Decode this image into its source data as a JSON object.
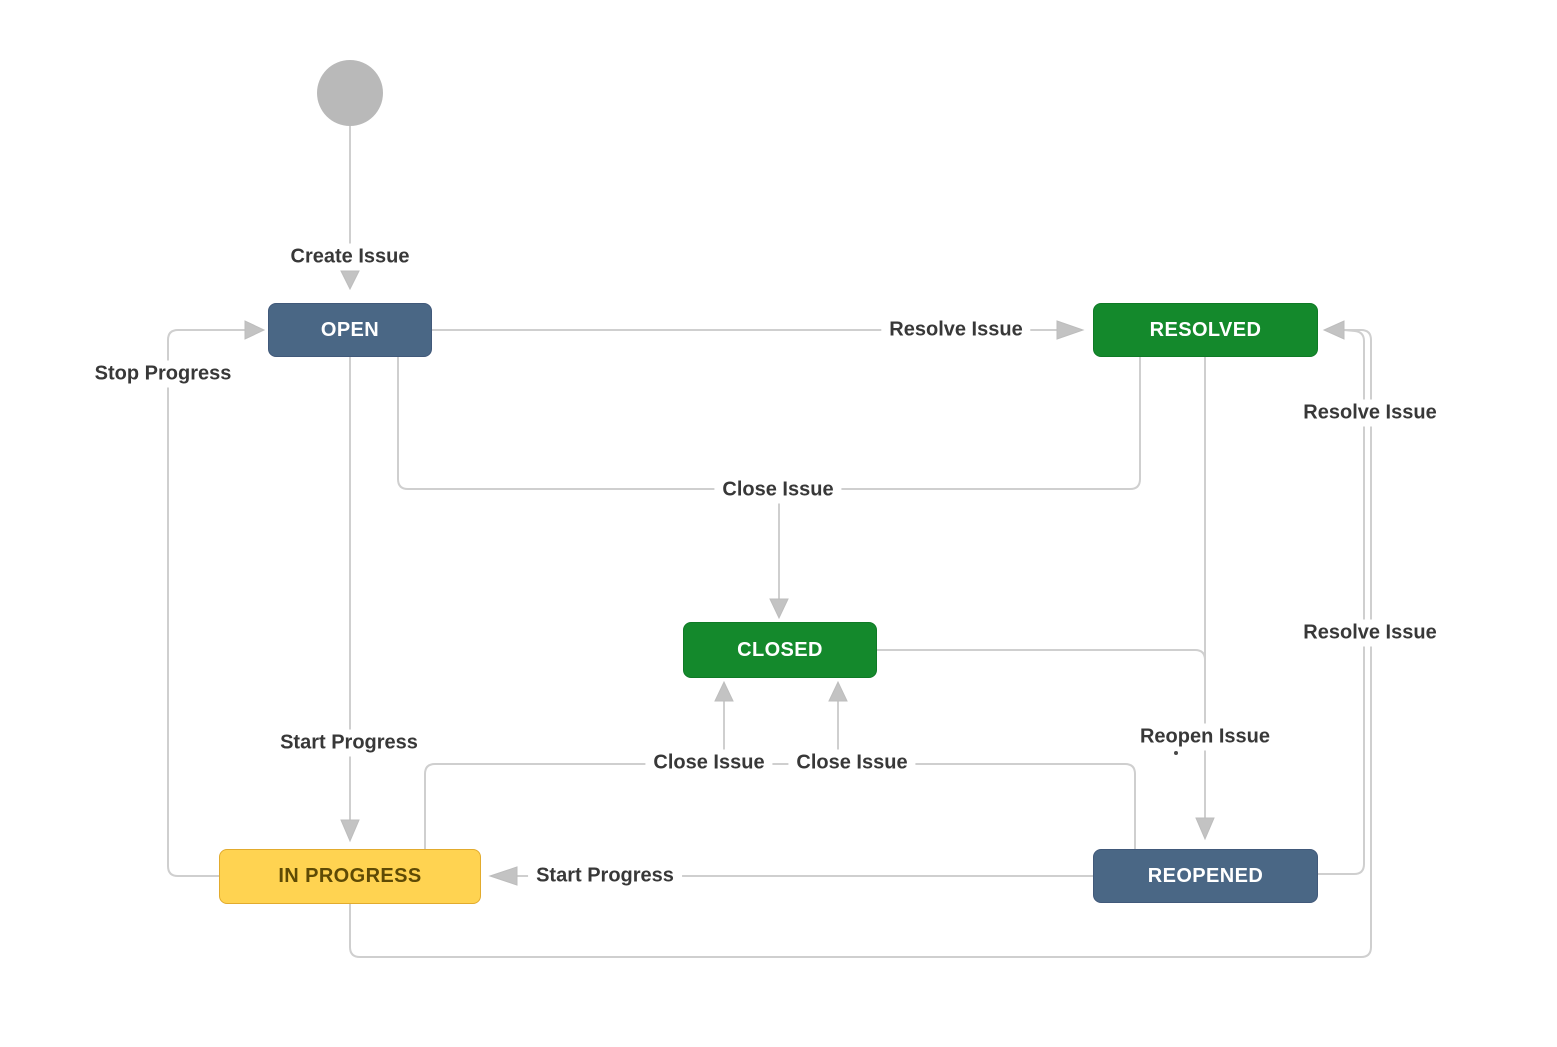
{
  "workflow": {
    "nodes": [
      {
        "id": "open",
        "label": "OPEN",
        "fill": "#4a6785",
        "text_color": "#ffffff"
      },
      {
        "id": "resolved",
        "label": "RESOLVED",
        "fill": "#14892c",
        "text_color": "#ffffff"
      },
      {
        "id": "closed",
        "label": "CLOSED",
        "fill": "#14892c",
        "text_color": "#ffffff"
      },
      {
        "id": "in_progress",
        "label": "IN PROGRESS",
        "fill": "#ffd351",
        "text_color": "#5e4a05"
      },
      {
        "id": "reopened",
        "label": "REOPENED",
        "fill": "#4a6785",
        "text_color": "#ffffff"
      }
    ],
    "start_node": {
      "id": "start",
      "shape": "circle",
      "fill": "#b9b9b9"
    },
    "labels": {
      "create_issue": "Create Issue",
      "resolve_issue_open": "Resolve Issue",
      "stop_progress": "Stop Progress",
      "resolve_issue_reopened": "Resolve Issue",
      "close_issue_merged": "Close Issue",
      "resolve_issue_in_progress": "Resolve Issue",
      "start_progress_open": "Start Progress",
      "close_issue_in_progress": "Close Issue",
      "close_issue_reopened": "Close Issue",
      "reopen_issue": "Reopen Issue",
      "start_progress_reopened": "Start Progress"
    },
    "edges": [
      {
        "from": "start",
        "to": "open",
        "label": "Create Issue"
      },
      {
        "from": "open",
        "to": "resolved",
        "label": "Resolve Issue"
      },
      {
        "from": "open",
        "to": "in_progress",
        "label": "Start Progress"
      },
      {
        "from": "in_progress",
        "to": "open",
        "label": "Stop Progress"
      },
      {
        "from": "open",
        "to": "closed",
        "label": "Close Issue"
      },
      {
        "from": "resolved",
        "to": "closed",
        "label": "Close Issue"
      },
      {
        "from": "in_progress",
        "to": "closed",
        "label": "Close Issue"
      },
      {
        "from": "reopened",
        "to": "closed",
        "label": "Close Issue"
      },
      {
        "from": "resolved",
        "to": "reopened",
        "label": "Reopen Issue"
      },
      {
        "from": "closed",
        "to": "reopened",
        "label": "Reopen Issue"
      },
      {
        "from": "reopened",
        "to": "in_progress",
        "label": "Start Progress"
      },
      {
        "from": "in_progress",
        "to": "resolved",
        "label": "Resolve Issue"
      },
      {
        "from": "reopened",
        "to": "resolved",
        "label": "Resolve Issue"
      }
    ],
    "colors": {
      "line": "#cfcfcf",
      "arrowhead": "#c3c3c3",
      "label_text": "#383838",
      "status_blue": "#4a6785",
      "status_green": "#14892c",
      "status_yellow": "#ffd351",
      "start_circle": "#b9b9b9",
      "canvas": "#ffffff"
    }
  }
}
